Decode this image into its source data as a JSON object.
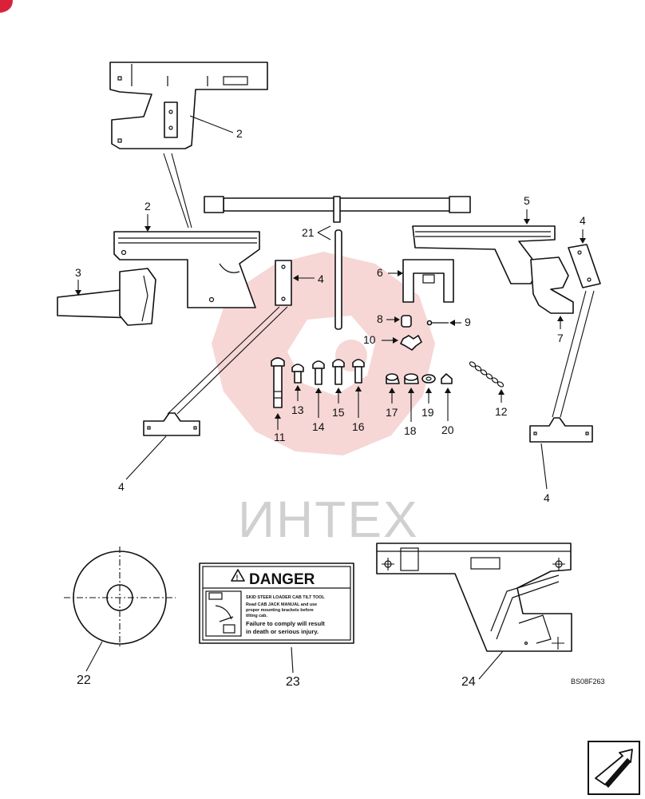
{
  "watermark": {
    "text": "ИНТЕХ"
  },
  "callouts": {
    "c2_top": "2",
    "c2_mid": "2",
    "c3": "3",
    "c4_mid": "4",
    "c4_right": "4",
    "c4_bottom_left": "4",
    "c4_bottom_right": "4",
    "c5": "5",
    "c6": "6",
    "c7": "7",
    "c8": "8",
    "c9": "9",
    "c10": "10",
    "c11": "11",
    "c12": "12",
    "c13": "13",
    "c14": "14",
    "c15": "15",
    "c16": "16",
    "c17": "17",
    "c18": "18",
    "c19": "19",
    "c20": "20",
    "c21": "21",
    "c22": "22",
    "c23": "23",
    "c24": "24"
  },
  "decal": {
    "header": "DANGER",
    "subheader": "SKID STEER LOADER CAB TILT TOOL",
    "line1": "Read CAB JACK MANUAL and use",
    "line2": "proper mounting brackets before",
    "line3": "tilting cab.",
    "warn1": "Failure to comply will result",
    "warn2": "in death or serious injury."
  },
  "drawing_ref": "BS08F263",
  "nav": {
    "icon": "next-page-arrow-icon"
  },
  "colors": {
    "watermark": "#e46a6a",
    "line": "#111111"
  }
}
